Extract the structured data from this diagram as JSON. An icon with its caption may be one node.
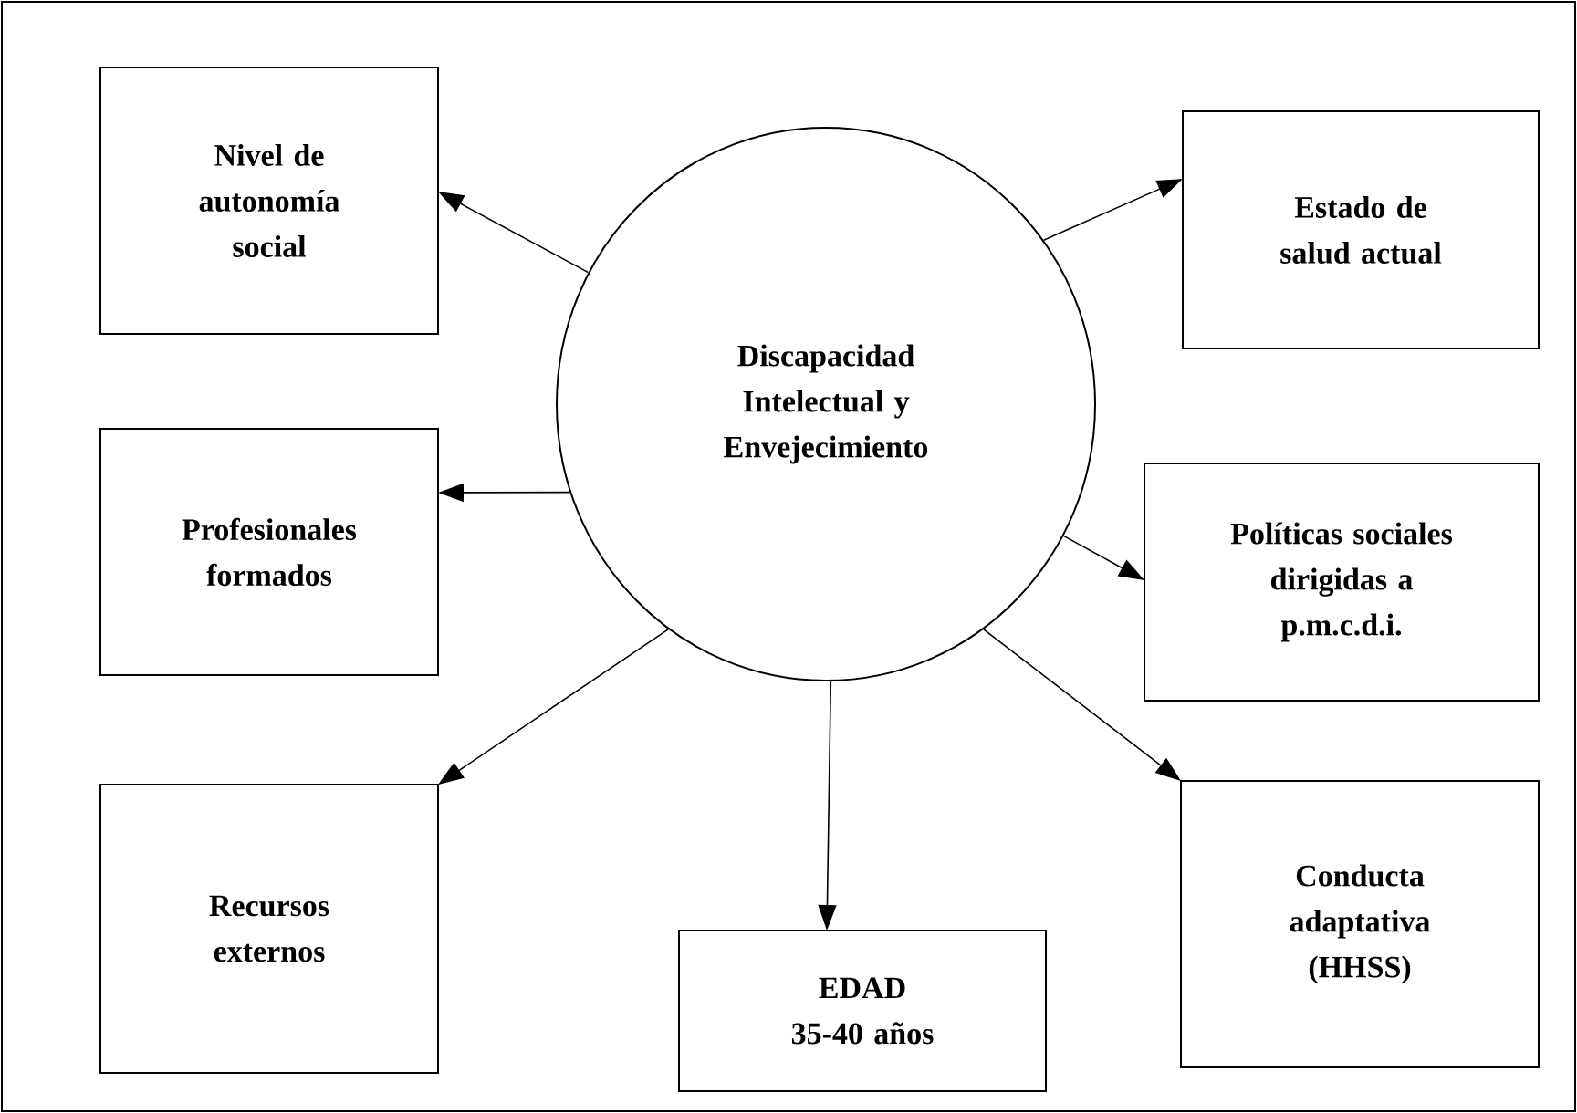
{
  "diagram": {
    "nodes": [
      {
        "text": [
          "Discapacidad Intelectual y Envejecimiento"
        ]
      },
      {
        "text": [
          "Nivel de autonomía social"
        ]
      },
      {
        "text": [
          "Estado de salud actual"
        ]
      },
      {
        "text": [
          "Profesionales formados"
        ]
      },
      {
        "text": [
          "Políticas sociales dirigidas a p.m.c.d.i."
        ]
      },
      {
        "text": [
          "Recursos externos"
        ]
      },
      {
        "text": [
          "EDAD 35-40 años"
        ]
      },
      {
        "text": [
          "Conducta adaptativa (HHSS)"
        ]
      }
    ],
    "edges": [
      {
        "from": 0,
        "to": 1,
        "arrow": "to"
      },
      {
        "from": 0,
        "to": 2,
        "arrow": "to"
      },
      {
        "from": 0,
        "to": 3,
        "arrow": "to"
      },
      {
        "from": 0,
        "to": 4,
        "arrow": "to"
      },
      {
        "from": 0,
        "to": 5,
        "arrow": "to"
      },
      {
        "from": 0,
        "to": 6,
        "arrow": "to"
      },
      {
        "from": 0,
        "to": 7,
        "arrow": "to"
      }
    ]
  }
}
